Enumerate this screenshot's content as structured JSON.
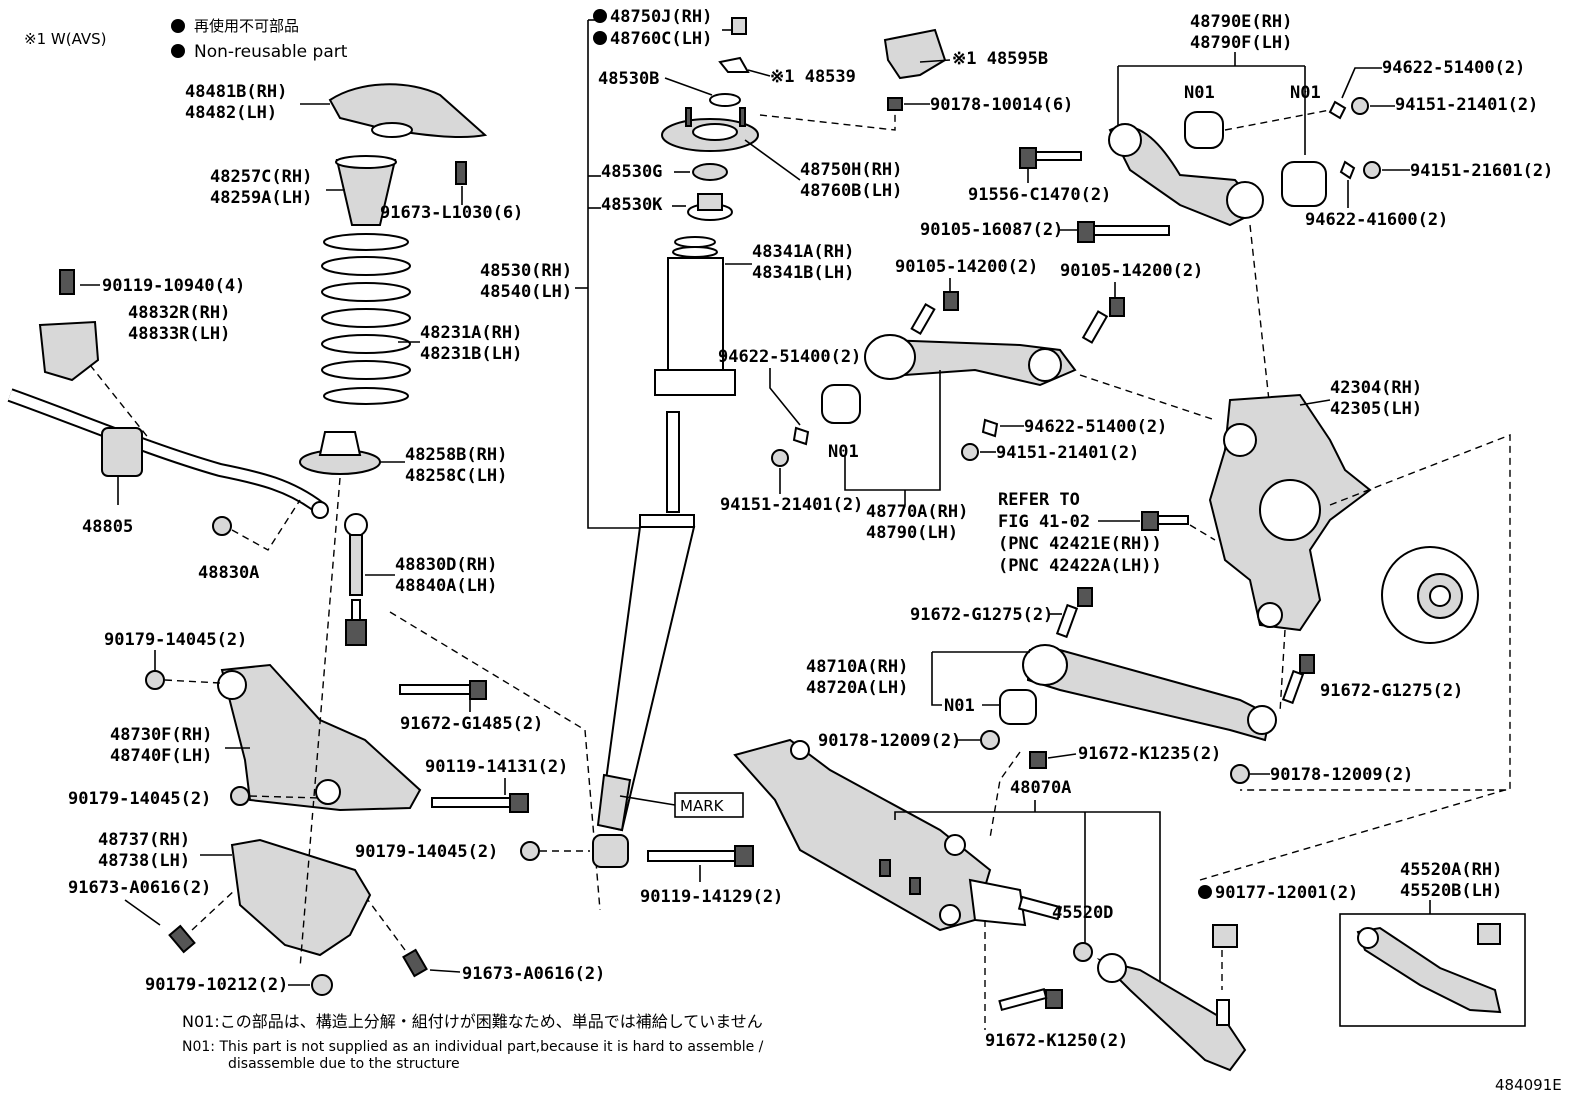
{
  "legend": {
    "avs_note": "※1 W(AVS)",
    "nonreusable_jp": "再使用不可部品",
    "nonreusable_en": "Non-reusable part"
  },
  "labels": {
    "p48481": [
      "48481B(RH)",
      "48482(LH)"
    ],
    "p48257": [
      "48257C(RH)",
      "48259A(LH)"
    ],
    "p91673_l1030": "91673-L1030(6)",
    "p90119_10940": "90119-10940(4)",
    "p48832": [
      "48832R(RH)",
      "48833R(LH)"
    ],
    "p48231": [
      "48231A(RH)",
      "48231B(LH)"
    ],
    "p48258": [
      "48258B(RH)",
      "48258C(LH)"
    ],
    "p48805": "48805",
    "p48830a": "48830A",
    "p48830d": [
      "48830D(RH)",
      "48840A(LH)"
    ],
    "p90179_14045_a": "90179-14045(2)",
    "p91672_g1485": "91672-G1485(2)",
    "p48730": [
      "48730F(RH)",
      "48740F(LH)"
    ],
    "p90119_14131": "90119-14131(2)",
    "p90179_14045_b": "90179-14045(2)",
    "p90179_14045_c": "90179-14045(2)",
    "p48737": [
      "48737(RH)",
      "48738(LH)"
    ],
    "p91673_a0616_a": "91673-A0616(2)",
    "p90179_10212": "90179-10212(2)",
    "p91673_a0616_b": "91673-A0616(2)",
    "p48750j": "48750J(RH)",
    "p48760c": "48760C(LH)",
    "p48539": "※1 48539",
    "p48530b": "48530B",
    "p48530g": "48530G",
    "p48530k": "48530K",
    "p48530": [
      "48530(RH)",
      "48540(LH)"
    ],
    "p48750h": [
      "48750H(RH)",
      "48760B(LH)"
    ],
    "p48341": [
      "48341A(RH)",
      "48341B(LH)"
    ],
    "mark": "MARK",
    "p90119_14129": "90119-14129(2)",
    "p48595b": "※1 48595B",
    "p90178_10014": "90178-10014(6)",
    "p48790e": [
      "48790E(RH)",
      "48790F(LH)"
    ],
    "n01": "N01",
    "p94622_51400_a": "94622-51400(2)",
    "p94151_21401_a": "94151-21401(2)",
    "p94151_21601": "94151-21601(2)",
    "p94622_41600": "94622-41600(2)",
    "p91556_c1470": "91556-C1470(2)",
    "p90105_16087": "90105-16087(2)",
    "p90105_14200_a": "90105-14200(2)",
    "p90105_14200_b": "90105-14200(2)",
    "p94622_51400_b": "94622-51400(2)",
    "p94622_51400_c": "94622-51400(2)",
    "p94151_21401_b": "94151-21401(2)",
    "p94151_21401_c": "94151-21401(2)",
    "p48770a": [
      "48770A(RH)",
      "48790(LH)"
    ],
    "p42304": [
      "42304(RH)",
      "42305(LH)"
    ],
    "refer": [
      "REFER TO",
      "FIG 41-02",
      "(PNC 42421E(RH))",
      "(PNC 42422A(LH))"
    ],
    "p91672_g1275_a": "91672-G1275(2)",
    "p91672_g1275_b": "91672-G1275(2)",
    "p48710a": [
      "48710A(RH)",
      "48720A(LH)"
    ],
    "p90178_12009_a": "90178-12009(2)",
    "p91672_k1235": "91672-K1235(2)",
    "p90178_12009_b": "90178-12009(2)",
    "p48070a": "48070A",
    "p45520d": "45520D",
    "p90177_12001": "90177-12001(2)",
    "p45520a": [
      "45520A(RH)",
      "45520B(LH)"
    ],
    "p91672_k1250": "91672-K1250(2)"
  },
  "notes": {
    "n01_jp": "N01:この部品は、構造上分解・組付けが困難なため、単品では補給していません",
    "n01_en_1": "N01: This part is not supplied as an individual part,because it is hard to assemble /",
    "n01_en_2": "disassemble due to the structure"
  },
  "figure_id": "484091E"
}
